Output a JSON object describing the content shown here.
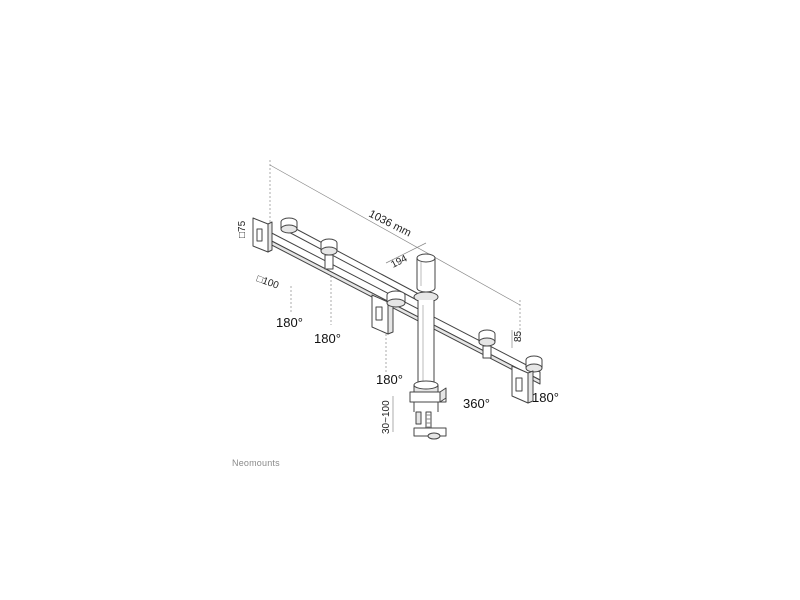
{
  "brand": "Neomounts",
  "dimensions": {
    "width": "1036 mm",
    "pole_offset": "194",
    "height_offset": "85",
    "vesa_vertical": "□75",
    "vesa_horizontal": "□100",
    "clamp_range": "30~100"
  },
  "rotations": {
    "left_tilt": "180°",
    "left_arm": "180°",
    "center_arm": "180°",
    "pole_swivel": "360°",
    "right_tilt": "180°"
  },
  "colors": {
    "line": "#444444",
    "fill": "#ffffff",
    "shade": "#e6e6e6",
    "dim_line": "#777777",
    "brand": "#8a8a8a"
  },
  "icons": {
    "product": "triple-monitor-desk-mount-diagram"
  }
}
